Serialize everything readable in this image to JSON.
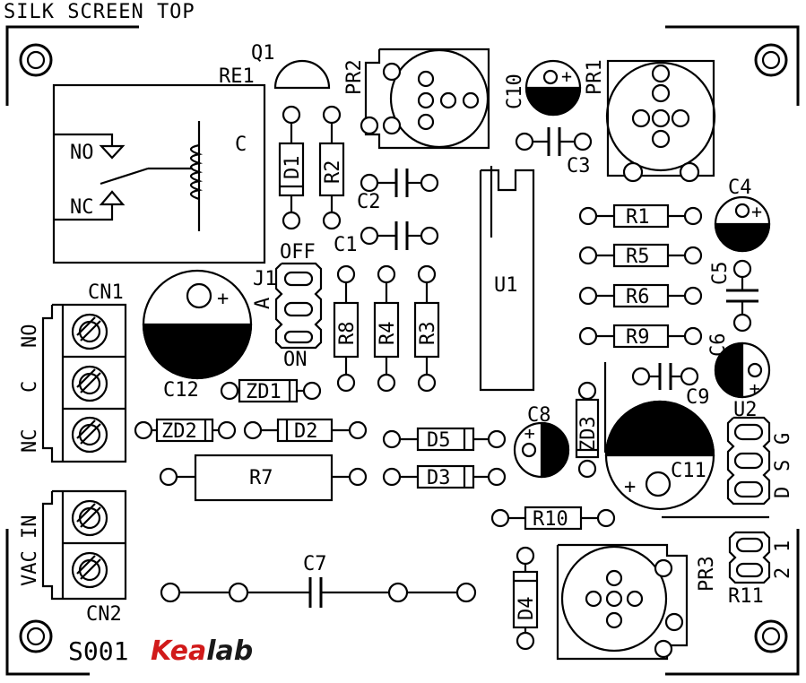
{
  "title": "SILK SCREEN TOP",
  "board_code": "S001",
  "brand": {
    "part1": "Kea",
    "part2": "lab",
    "accent_color": "#d11a1a"
  },
  "labels": {
    "q1": "Q1",
    "re1": "RE1",
    "pr2": "PR2",
    "c10": "C10",
    "pr1": "PR1",
    "no": "NO",
    "nc": "NC",
    "c": "C",
    "d1": "D1",
    "r2": "R2",
    "c2": "C2",
    "c1": "C1",
    "c3": "C3",
    "c4": "C4",
    "r1": "R1",
    "r5": "R5",
    "r6": "R6",
    "r9": "R9",
    "c5": "C5",
    "c6": "C6",
    "u1": "U1",
    "j1": "J1",
    "off": "OFF",
    "on": "ON",
    "a": "A",
    "r8": "R8",
    "r4": "R4",
    "r3": "R3",
    "cn1": "CN1",
    "cn1_no": "NO",
    "cn1_c": "C",
    "cn1_nc": "NC",
    "c12": "C12",
    "zd1": "ZD1",
    "zd2": "ZD2",
    "d2": "D2",
    "d5": "D5",
    "d3": "D3",
    "c8": "C8",
    "zd3": "ZD3",
    "c9": "C9",
    "c11": "C11",
    "u2": "U2",
    "g": "G",
    "s": "S",
    "d": "D",
    "r7": "R7",
    "r10": "R10",
    "vac_in": "VAC IN",
    "cn2": "CN2",
    "c7": "C7",
    "d4": "D4",
    "pr3": "PR3",
    "r11": "R11",
    "one": "1",
    "two": "2",
    "plus": "+"
  }
}
